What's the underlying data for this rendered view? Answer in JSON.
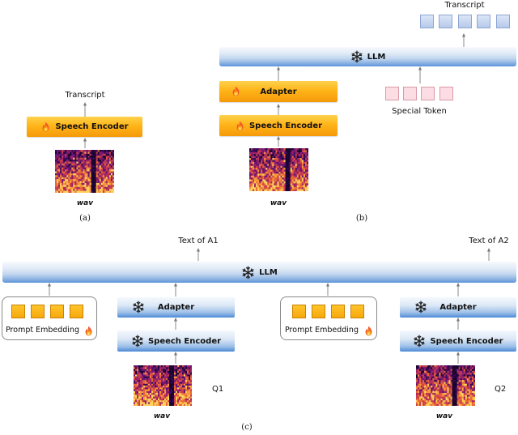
{
  "panel_a": {
    "encoder_label": "Speech Encoder",
    "output_label": "Transcript",
    "input_label": "wav",
    "caption": "(a)"
  },
  "panel_b": {
    "llm_label": "LLM",
    "adapter_label": "Adapter",
    "encoder_label": "Speech Encoder",
    "output_label": "Transcript",
    "special_token_label": "Special Token",
    "input_label": "wav",
    "caption": "(b)"
  },
  "panel_c": {
    "llm_label": "LLM",
    "left": {
      "prompt_label": "Prompt Embedding",
      "adapter_label": "Adapter",
      "encoder_label": "Speech Encoder",
      "question_label": "Q1",
      "output_label": "Text of A1",
      "input_label": "wav"
    },
    "right": {
      "prompt_label": "Prompt Embedding",
      "adapter_label": "Adapter",
      "encoder_label": "Speech Encoder",
      "question_label": "Q2",
      "output_label": "Text of A2",
      "input_label": "wav"
    },
    "caption": "(c)"
  },
  "icons": {
    "trainable": "fire-icon",
    "frozen": "snowflake-icon"
  },
  "colors": {
    "trainable_module": "#ffb419",
    "frozen_module": "#8fb4e3",
    "output_token": "#c7d6f0",
    "special_token": "#fcdde3",
    "prompt_token": "#ffc52b"
  }
}
